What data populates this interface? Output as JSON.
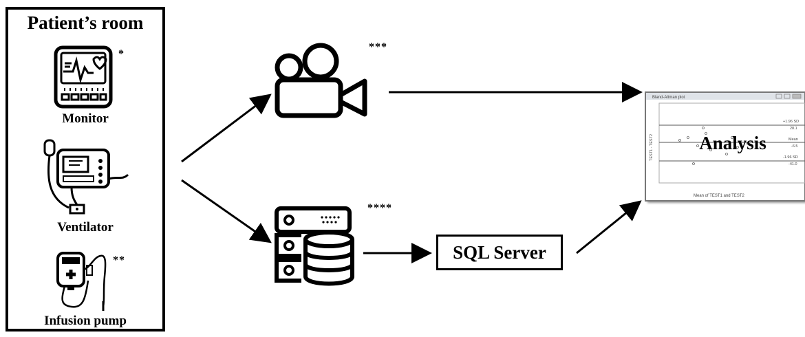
{
  "room": {
    "title": "Patient’s room",
    "devices": [
      {
        "label": "Monitor",
        "mark": "*",
        "icon": "patient-monitor-icon"
      },
      {
        "label": "Ventilator",
        "mark": "",
        "icon": "ventilator-icon"
      },
      {
        "label": "Infusion pump",
        "mark": "**",
        "icon": "infusion-pump-icon"
      }
    ]
  },
  "camera": {
    "mark": "***",
    "icon": "video-camera-icon"
  },
  "server": {
    "mark": "****",
    "icon": "database-server-icon"
  },
  "sql_server": {
    "label": "SQL Server"
  },
  "analysis": {
    "label": "Analysis",
    "thumbnail_title": "Bland-Altman plot",
    "thumbnail_xlabel": "Mean of TEST1 and TEST2",
    "thumbnail_ylabel": "TEST1 - TEST2",
    "thumbnail_lines": [
      "+1.96 SD",
      "28.1",
      "Mean",
      "-6.5",
      "-1.96 SD",
      "-41.0"
    ]
  }
}
